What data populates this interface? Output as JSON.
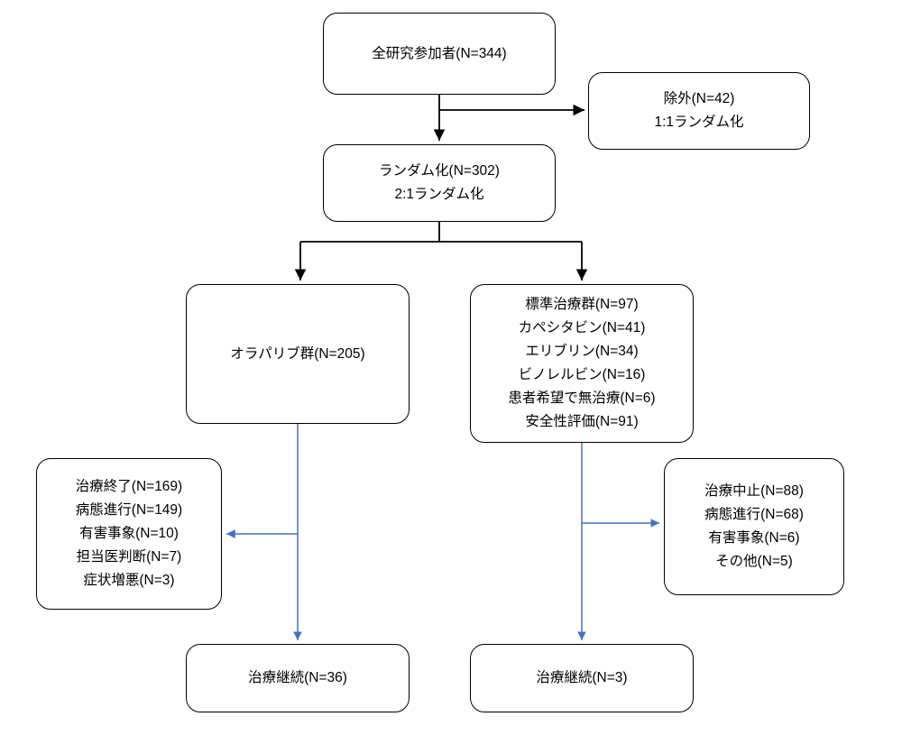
{
  "colors": {
    "line_black": "#000000",
    "line_blue": "#4472C4",
    "box_border": "#000000",
    "box_fill": "#ffffff"
  },
  "diagram": {
    "participants": {
      "lines": [
        "全研究参加者(N=344)"
      ]
    },
    "excluded": {
      "lines": [
        "除外(N=42)",
        "1:1ランダム化"
      ]
    },
    "randomized": {
      "lines": [
        "ランダム化(N=302)",
        "2:1ランダム化"
      ]
    },
    "olaparib": {
      "lines": [
        "オラパリブ群(N=205)"
      ]
    },
    "standard": {
      "lines": [
        "標準治療群(N=97)",
        "カペシタビン(N=41)",
        "エリブリン(N=34)",
        "ビノレルビン(N=16)",
        "患者希望で無治療(N=6)",
        "安全性評価(N=91)"
      ]
    },
    "olaparib_discontinued": {
      "lines": [
        "治療終了(N=169)",
        "病態進行(N=149)",
        "有害事象(N=10)",
        "担当医判断(N=7)",
        "症状増悪(N=3)"
      ]
    },
    "standard_discontinued": {
      "lines": [
        "治療中止(N=88)",
        "病態進行(N=68)",
        "有害事象(N=6)",
        "その他(N=5)"
      ]
    },
    "olaparib_continuing": {
      "lines": [
        "治療継続(N=36)"
      ]
    },
    "standard_continuing": {
      "lines": [
        "治療継続(N=3)"
      ]
    }
  }
}
